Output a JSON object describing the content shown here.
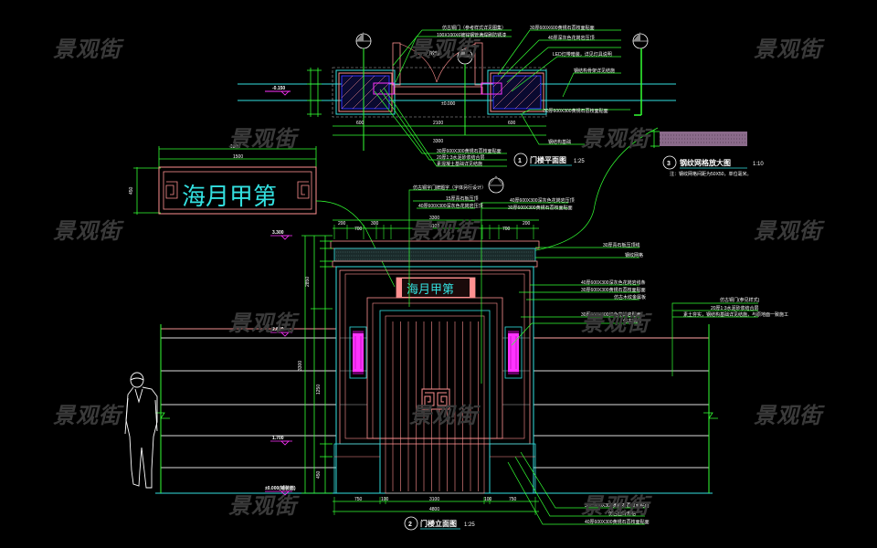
{
  "drawing": {
    "background": "#000000",
    "colors": {
      "dimension": "#33ff33",
      "outline_cyan": "#33e0e0",
      "outline_red": "#ff9090",
      "magenta": "#ff33ff",
      "grey_line": "#b0b0b0",
      "hatch_blue": "#3333ff",
      "watermark": "#3a3a3a"
    },
    "watermark_text": "景观街",
    "views": [
      {
        "number": "1",
        "title": "门楼平面图",
        "scale": "1:25"
      },
      {
        "number": "2",
        "title": "门楼立面图",
        "scale": "1:25"
      },
      {
        "number": "3",
        "title": "钢纹网格放大图",
        "scale": "1:10",
        "note": "注：钢纹网格间距为50X50，单位毫米。"
      }
    ],
    "sign": {
      "text": "海月甲第",
      "dim_overall": "1800",
      "dim_inner": "1500",
      "dim_height": "450"
    },
    "plan": {
      "elevations": [
        "±0.000",
        "-0.150"
      ],
      "label_center": "±0.000",
      "dims_bottom": [
        "600",
        "2100",
        "600"
      ],
      "dim_total": "3300",
      "annotations_top_left": [
        "仿古铜门（参考样式详见图集）",
        "100X100X6镀锌钢管满焊刷防锈漆"
      ],
      "annotations_top_right": [
        "30厚600X600黄锈石荔枝面贴面",
        "40厚深灰色花岗岩压顶",
        "LED灯带暗装，详见灯具说明",
        "钢结构骨架详见结施"
      ],
      "annotations_bottom": [
        "30厚600X300黄锈石荔枝面贴面",
        "20厚1:3水泥砂浆结合层",
        "素混凝土基础详见结施"
      ],
      "annotation_right_low": "30厚600X300黄锈石荔枝面贴面",
      "annotation_mid": "门铰轴",
      "annotation_far_right": "钢结构基础"
    },
    "elevation": {
      "elevations": [
        "3.300",
        "2.850",
        "1.700",
        "±0.000(铺装面)"
      ],
      "dims_top": [
        "3300",
        "3100",
        "200",
        "700",
        "300",
        "700",
        "200"
      ],
      "dims_bottom": [
        "750",
        "100",
        "3100",
        "100",
        "750"
      ],
      "dim_bottom_total": "4800",
      "left_dims": [
        "3300",
        "2850",
        "1250",
        "450"
      ],
      "annotations_top": [
        "仿古铜字门牌题字（字体另行设计）",
        "15厚青石板压顶",
        "40厚600X300深灰色花岗岩压顶"
      ],
      "annotations_top_right": [
        "40厚600X300深灰色花岗岩压顶",
        "30厚600X300黄锈石荔枝面贴面"
      ],
      "annotations_right": [
        "30厚青石板压顶线",
        "钢纹网格",
        "40厚600X300深灰色花岗岩线条",
        "30厚600X300黄锈石荔枝面贴面",
        "仿古木纹金属板",
        "30厚600X300红色花岗岩贴面",
        "仿古铜门"
      ],
      "annotations_far_right": [
        "仿古铜门(参见样式)",
        "20厚1:3水泥砂浆结合层",
        "素土夯实，钢结构基础详见结施，与原地面一致施工"
      ],
      "annotations_bottom_right": [
        "30厚600X300黄锈石荔枝面贴面",
        "仿古面砖规格",
        "40厚600X300黄锈石荔枝面贴面"
      ]
    }
  }
}
